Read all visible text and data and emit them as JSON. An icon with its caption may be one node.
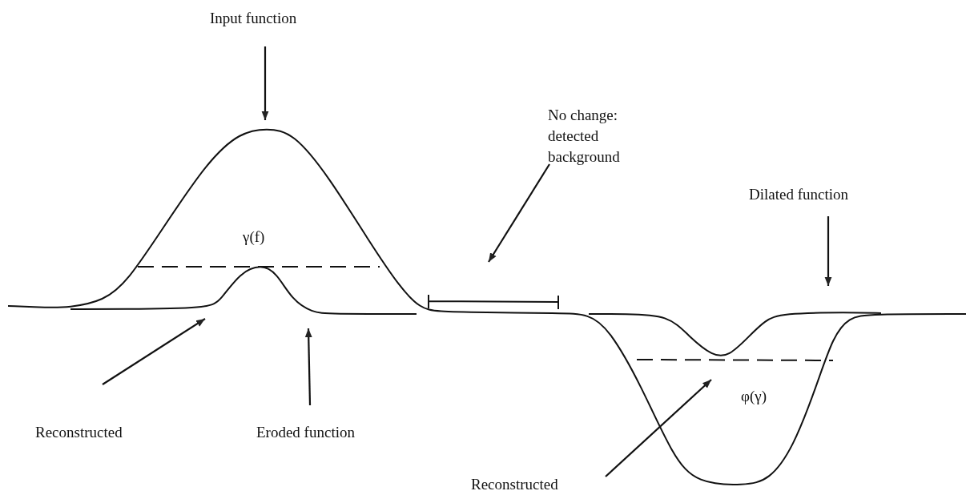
{
  "diagram": {
    "nodes": [
      {
        "text": [
          "Input function"
        ]
      },
      {
        "text": [
          "No change: detected background"
        ]
      },
      {
        "text": [
          "Dilated function"
        ]
      },
      {
        "text": [
          "Reconstructed"
        ]
      },
      {
        "text": [
          "Eroded function"
        ]
      },
      {
        "text": [
          "Reconstructed"
        ]
      }
    ],
    "edges": [
      {
        "from": 0,
        "to": null,
        "arrow": "to"
      },
      {
        "from": 1,
        "to": null,
        "arrow": "to"
      },
      {
        "from": 2,
        "to": null,
        "arrow": "to"
      },
      {
        "from": 3,
        "to": null,
        "arrow": "to"
      },
      {
        "from": 4,
        "to": null,
        "arrow": "to"
      },
      {
        "from": 5,
        "to": null,
        "arrow": "to"
      }
    ],
    "labels": [
      "γ(f)",
      "φ(γ)"
    ]
  }
}
